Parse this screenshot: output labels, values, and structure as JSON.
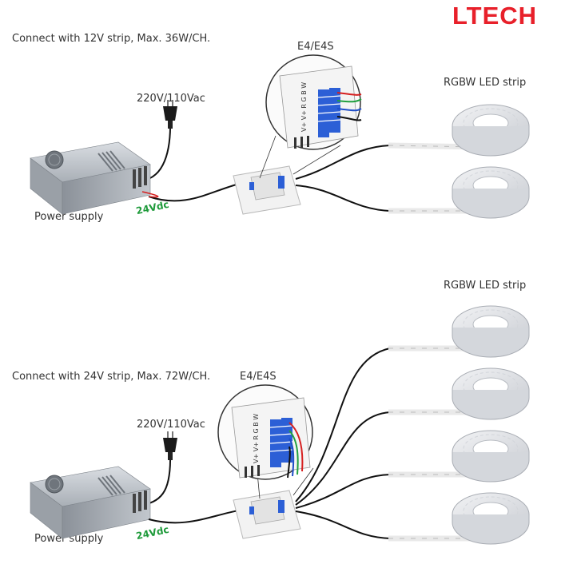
{
  "brand": {
    "logo": "LTECH"
  },
  "top": {
    "caption": "Connect with 12V strip, Max. 36W/CH.",
    "controller_label": "E4/E4S",
    "mains_label": "220V/110Vac",
    "strip_label": "RGBW LED strip",
    "psu_label": "Power supply",
    "output_voltage": "24Vdc",
    "terminals": [
      "V+",
      "V+",
      "R",
      "G",
      "B",
      "W"
    ]
  },
  "bottom": {
    "caption": "Connect with 24V strip, Max. 72W/CH.",
    "controller_label": "E4/E4S",
    "mains_label": "220V/110Vac",
    "strip_label": "RGBW LED strip",
    "psu_label": "Power supply",
    "output_voltage": "24Vdc",
    "terminals": [
      "V+",
      "V+",
      "R",
      "G",
      "B",
      "W"
    ]
  },
  "colors": {
    "brand_red": "#e8202a",
    "voltage_green": "#1e9a3a",
    "terminal_blue": "#2c5fd6"
  },
  "icons": [
    "power-plug-icon",
    "power-supply-icon",
    "wall-controller-icon",
    "led-strip-reel-icon",
    "terminal-zoom-icon"
  ]
}
